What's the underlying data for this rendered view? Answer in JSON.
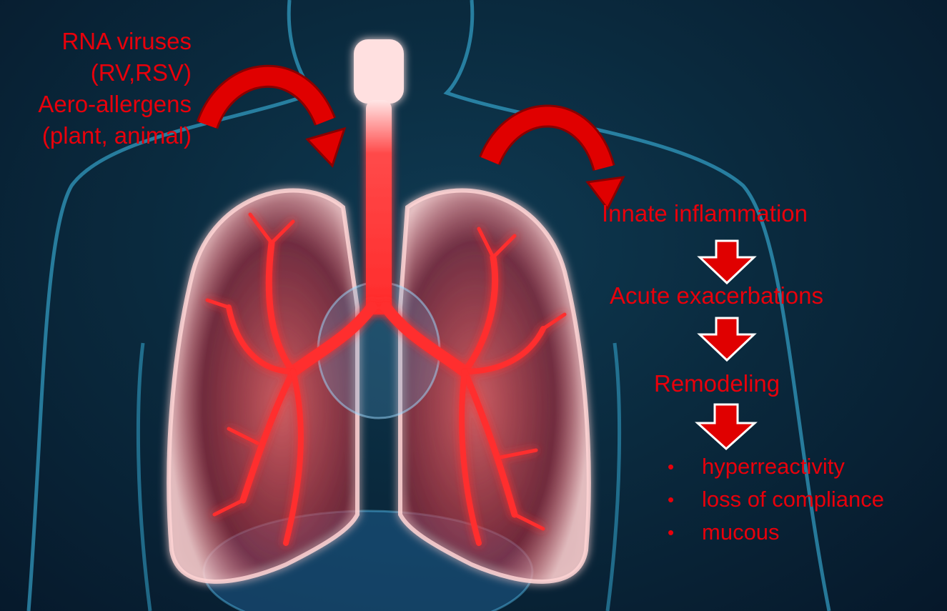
{
  "triggers": {
    "line1": "RNA viruses",
    "line2": "(RV,RSV)",
    "line3": "Aero-allergens",
    "line4": "(plant, animal)"
  },
  "cascade": {
    "step1": "Innate inflammation",
    "step2": "Acute exacerbations",
    "step3": "Remodeling"
  },
  "effects": [
    "hyperreactivity",
    "loss of compliance",
    "mucous"
  ],
  "bullet_glyph": "•",
  "colors": {
    "label_red": "#e8000b",
    "arrow_red": "#e00000",
    "background": "#0a2a3e",
    "body_outline": "#3fc3ef",
    "lung_glow": "#ff3030"
  },
  "icons": [
    "curved-arrow-icon",
    "down-arrow-icon"
  ]
}
